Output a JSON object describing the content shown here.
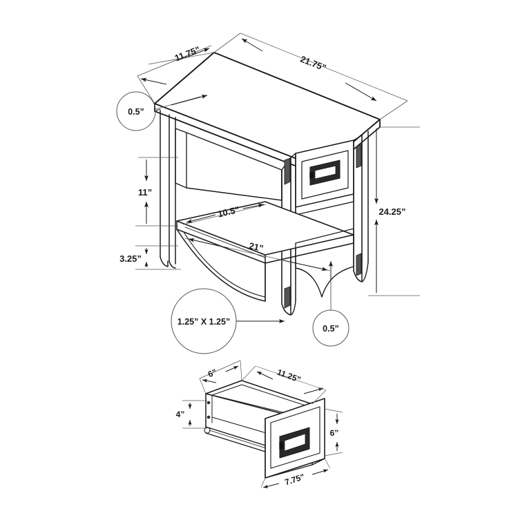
{
  "drawing": {
    "background_color": "#ffffff",
    "line_color": "#1a1a1a",
    "thin_line_color": "#555555",
    "hardware_color": "#2a2a2a",
    "object": "side-table-with-drawer"
  },
  "table_view": {
    "dimensions": {
      "depth_top": "11.75”",
      "width_top": "21.75”",
      "height_overall": "24.25”",
      "height_to_shelf": "11”",
      "shelf_to_floor": "3.25”",
      "shelf_depth": "10.5”",
      "shelf_width": "21”"
    },
    "callouts": {
      "top_thickness": "0.5”",
      "leg_section": "1.25” X 1.25”",
      "shelf_thickness": "0.5”"
    }
  },
  "drawer_view": {
    "dimensions": {
      "side_depth": "6”",
      "box_width": "11.25”",
      "box_height": "4”",
      "front_height": "6”",
      "front_width": "7.75”"
    }
  }
}
